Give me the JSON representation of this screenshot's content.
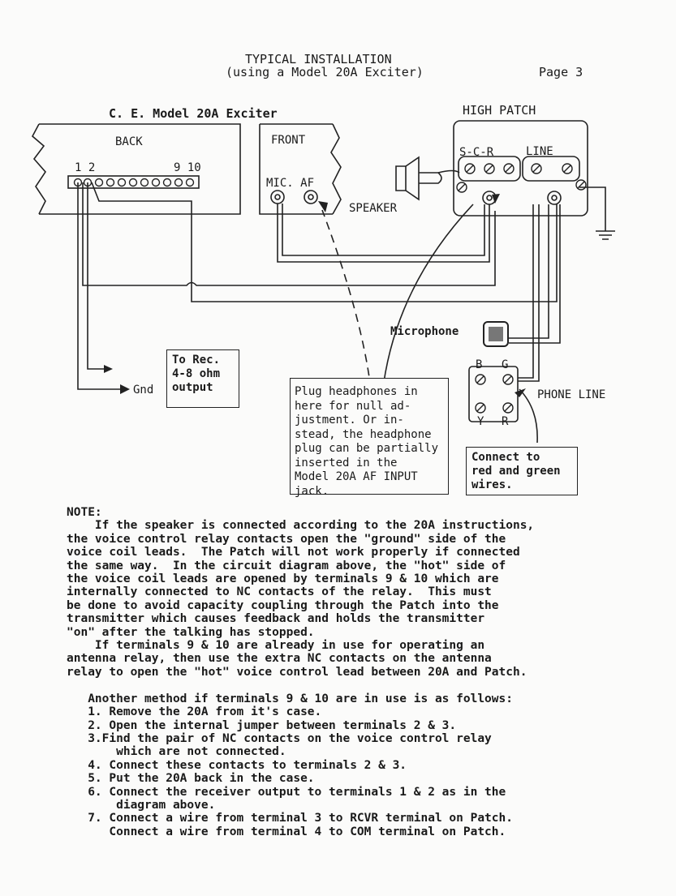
{
  "header": {
    "title_line1": "TYPICAL INSTALLATION",
    "title_line2": "(using a Model 20A Exciter)",
    "page": "Page 3"
  },
  "diagram": {
    "exciter_label": "C. E. Model 20A Exciter",
    "back_label": "BACK",
    "front_label": "FRONT",
    "terminal_left": "1 2",
    "terminal_right": "9 10",
    "mic_af_label": "MIC. AF",
    "speaker_label": "SPEAKER",
    "high_patch_label": "HIGH PATCH",
    "scr_label": "S-C-R",
    "line_label": "LINE",
    "microphone_label": "Microphone",
    "b_label": "B",
    "g_label": "G",
    "y_label": "Y",
    "r_label": "R",
    "phone_line_label": "PHONE LINE",
    "gnd_label": "Gnd",
    "rec_box_lines": [
      "To Rec.",
      "4-8 ohm",
      "output"
    ],
    "headphone_note_lines": [
      "Plug headphones in",
      "here for null ad-",
      "justment. Or in-",
      "stead, the headphone",
      "plug can be partially",
      "inserted in the",
      "Model 20A AF INPUT",
      "jack."
    ],
    "wire_note_lines": [
      "Connect to",
      "red and green",
      "wires."
    ]
  },
  "note": {
    "lines": [
      "NOTE:",
      "    If the speaker is connected according to the 20A instructions,",
      "the voice control relay contacts open the \"ground\" side of the",
      "voice coil leads.  The Patch will not work properly if connected",
      "the same way.  In the circuit diagram above, the \"hot\" side of",
      "the voice coil leads are opened by terminals 9 & 10 which are",
      "internally connected to NC contacts of the relay.  This must",
      "be done to avoid capacity coupling through the Patch into the",
      "transmitter which causes feedback and holds the transmitter",
      "\"on\" after the talking has stopped.",
      "    If terminals 9 & 10 are already in use for operating an",
      "antenna relay, then use the extra NC contacts on the antenna",
      "relay to open the \"hot\" voice control lead between 20A and Patch.",
      "",
      "   Another method if terminals 9 & 10 are in use is as follows:",
      "   1. Remove the 20A from it's case.",
      "   2. Open the internal jumper between terminals 2 & 3.",
      "   3.Find the pair of NC contacts on the voice control relay",
      "       which are not connected.",
      "   4. Connect these contacts to terminals 2 & 3.",
      "   5. Put the 20A back in the case.",
      "   6. Connect the receiver output to terminals 1 & 2 as in the",
      "       diagram above.",
      "   7. Connect a wire from terminal 3 to RCVR terminal on Patch.",
      "      Connect a wire from terminal 4 to COM terminal on Patch."
    ]
  }
}
